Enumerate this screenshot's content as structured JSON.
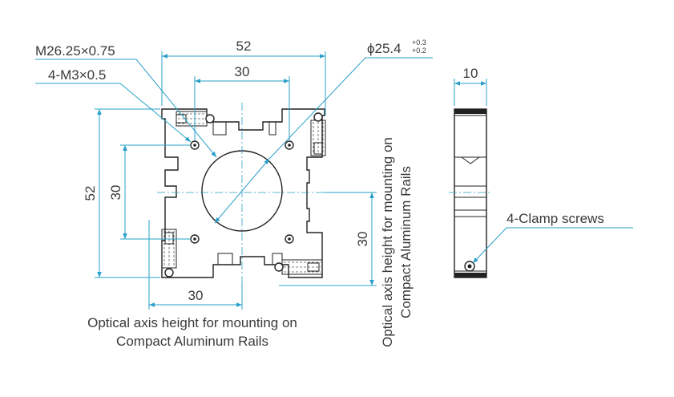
{
  "labels": {
    "dim_top_52": "52",
    "dim_top_30": "30",
    "thread_m26": "M26.25×0.75",
    "thread_m3": "4-M3×0.5",
    "diameter_main": "ϕ25.4",
    "tol_upper": "+0.3",
    "tol_lower": "+0.2",
    "dim_left_52": "52",
    "dim_left_30": "30",
    "dim_bottom_30": "30",
    "dim_right_30": "30",
    "side_width_10": "10",
    "clamp_screws": "4-Clamp screws",
    "optical_h_line1": "Optical axis height for mounting on",
    "optical_h_line2": "Compact Aluminum Rails",
    "optical_v_line1": "Optical axis height for mounting on",
    "optical_v_line2": "Compact Aluminum Rails"
  },
  "colors": {
    "dimension": "#2aa0c8",
    "outline": "#222222",
    "text": "#3a3a3a"
  }
}
